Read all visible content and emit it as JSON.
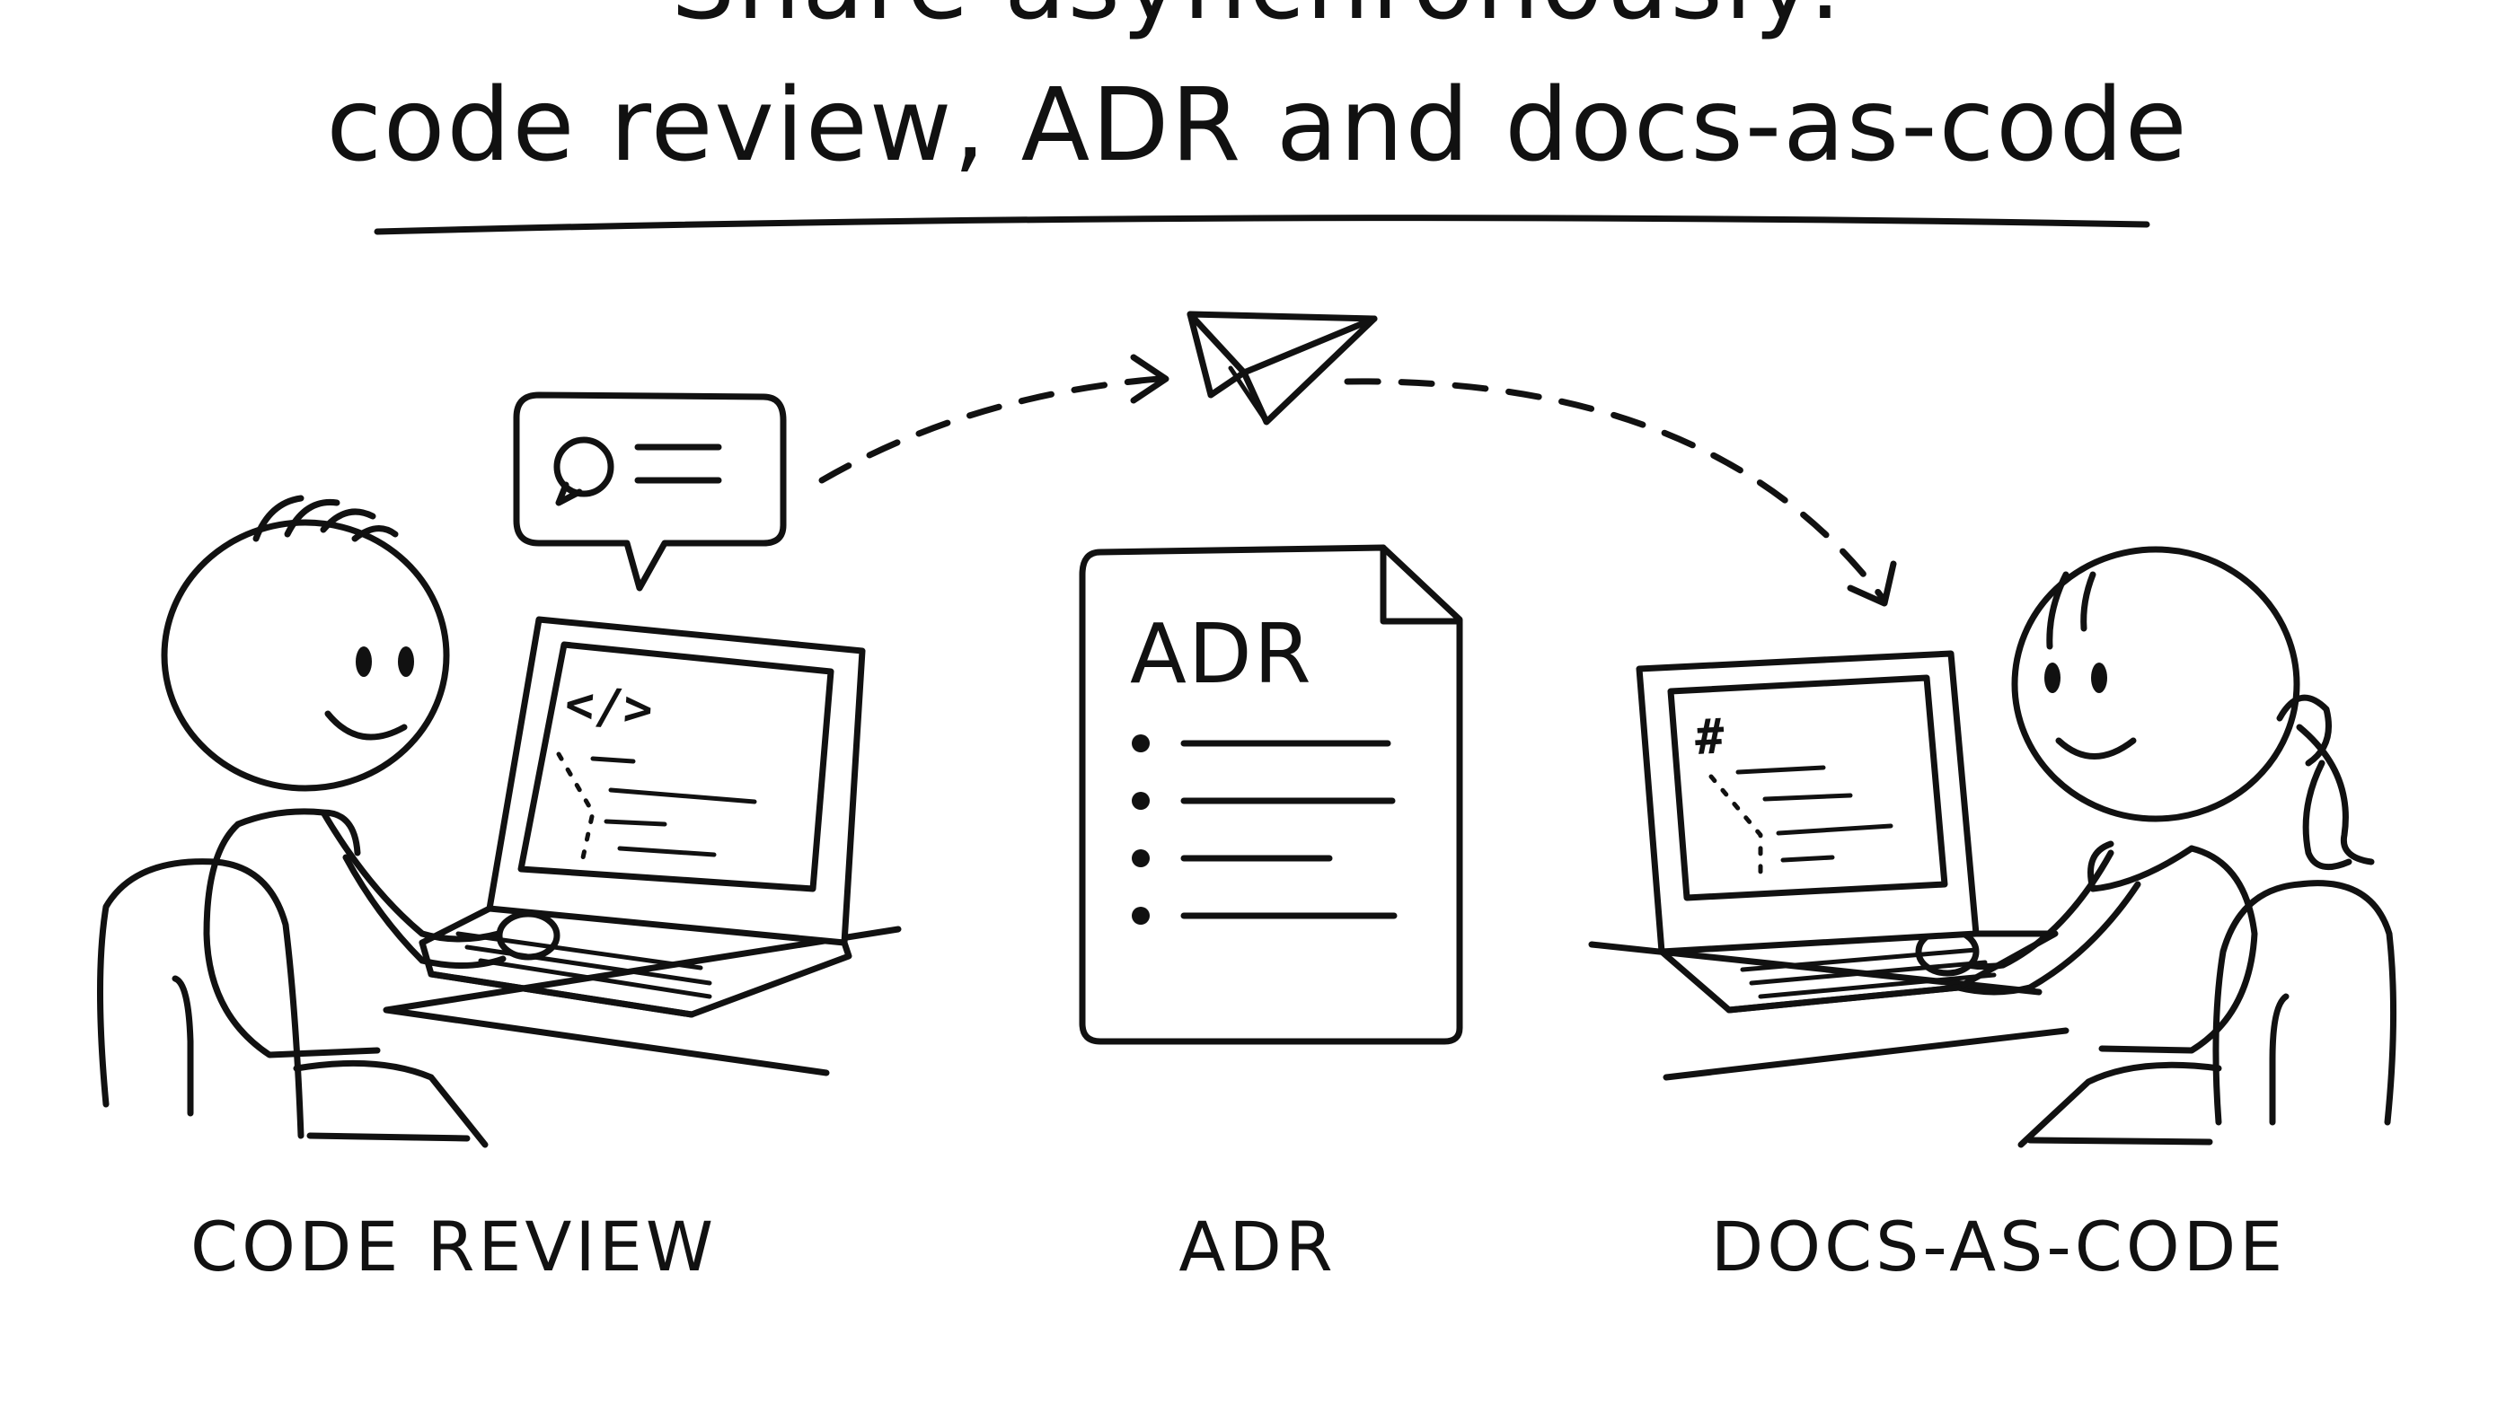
{
  "title": {
    "line1": "Share asynchronously:",
    "line2": "code review, ADR and docs-as-code"
  },
  "document": {
    "heading": "ADR",
    "bullet_count": 4
  },
  "left_screen_tag": "</>",
  "right_screen_tag": "#",
  "labels": {
    "left": "CODE REVIEW",
    "center": "ADR",
    "right": "DOCS-AS-CODE"
  },
  "icons": {
    "speech_bubble": "chat-bubble-icon",
    "plane": "paper-plane-icon"
  },
  "colors": {
    "ink": "#111111",
    "background": "#ffffff"
  }
}
